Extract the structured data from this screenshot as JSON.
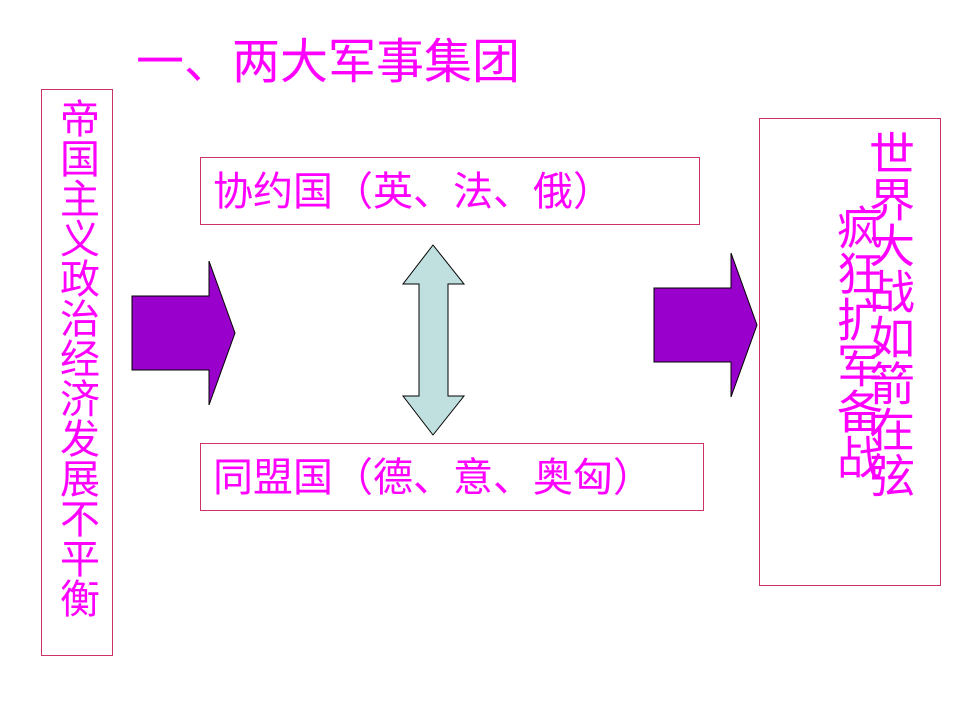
{
  "title": "一、两大军事集团",
  "cause": "帝国主义政治经济发展不平衡",
  "entente": "协约国（英、法、俄）",
  "alliance": "同盟国（德、意、奥匈）",
  "result_line1": "世界大战如箭在弦",
  "result_line2": "疯狂扩军备战",
  "colors": {
    "text": "#ff00ff",
    "border": "#cc3366",
    "arrow_purple": "#9900cc",
    "double_arrow_fill": "#c0e0e0"
  },
  "icons": {
    "left_arrow": "right-arrow-icon",
    "right_arrow": "right-arrow-icon",
    "double_arrow": "up-down-arrow-icon"
  }
}
